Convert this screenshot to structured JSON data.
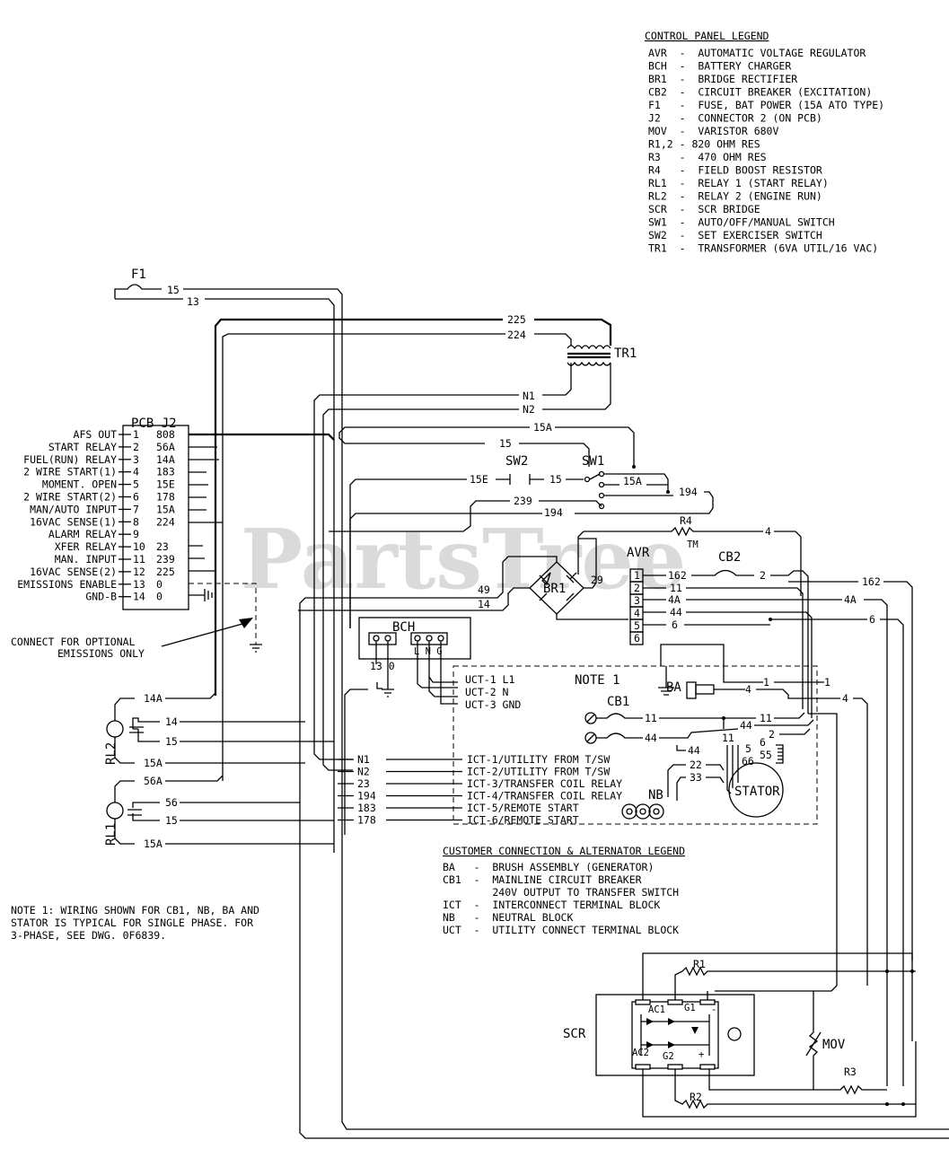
{
  "control_legend": {
    "title": "CONTROL PANEL LEGEND",
    "items": [
      "AVR  -  AUTOMATIC VOLTAGE REGULATOR",
      "BCH  -  BATTERY CHARGER",
      "BR1  -  BRIDGE RECTIFIER",
      "CB2  -  CIRCUIT BREAKER (EXCITATION)",
      "F1   -  FUSE, BAT POWER (15A ATO TYPE)",
      "J2   -  CONNECTOR 2 (ON PCB)",
      "MOV  -  VARISTOR 680V",
      "R1,2 - 820 OHM RES",
      "R3   -  470 OHM RES",
      "R4   -  FIELD BOOST RESISTOR",
      "RL1  -  RELAY 1 (START RELAY)",
      "RL2  -  RELAY 2 (ENGINE RUN)",
      "SCR  -  SCR BRIDGE",
      "SW1  -  AUTO/OFF/MANUAL SWITCH",
      "SW2  -  SET EXERCISER SWITCH",
      "TR1  -  TRANSFORMER (6VA UTIL/16 VAC)"
    ]
  },
  "customer_legend": {
    "title": "CUSTOMER CONNECTION & ALTERNATOR LEGEND",
    "items": [
      "BA   -  BRUSH ASSEMBLY (GENERATOR)",
      "CB1  -  MAINLINE CIRCUIT BREAKER",
      "        240V OUTPUT TO TRANSFER SWITCH",
      "ICT  -  INTERCONNECT TERMINAL BLOCK",
      "NB   -  NEUTRAL BLOCK",
      "UCT  -  UTILITY CONNECT TERMINAL BLOCK"
    ]
  },
  "note": [
    "NOTE 1: WIRING SHOWN FOR CB1, NB, BA AND",
    "STATOR IS TYPICAL FOR SINGLE PHASE. FOR",
    "3-PHASE, SEE DWG. 0F6839."
  ],
  "connect_note": [
    "CONNECT FOR OPTIONAL",
    "EMISSIONS ONLY"
  ],
  "watermark": "PartsTree",
  "watermark_tm": "TM",
  "pcb": {
    "title": "PCB  J2",
    "pins": [
      {
        "label": "AFS OUT",
        "num": "1",
        "wire": "808"
      },
      {
        "label": "START RELAY",
        "num": "2",
        "wire": "56A"
      },
      {
        "label": "FUEL(RUN) RELAY",
        "num": "3",
        "wire": "14A"
      },
      {
        "label": "2 WIRE START(1)",
        "num": "4",
        "wire": "183"
      },
      {
        "label": "MOMENT. OPEN",
        "num": "5",
        "wire": "15E"
      },
      {
        "label": "2 WIRE START(2)",
        "num": "6",
        "wire": "178"
      },
      {
        "label": "MAN/AUTO INPUT",
        "num": "7",
        "wire": "15A"
      },
      {
        "label": "16VAC SENSE(1)",
        "num": "8",
        "wire": "224"
      },
      {
        "label": "ALARM RELAY",
        "num": "9",
        "wire": ""
      },
      {
        "label": "XFER RELAY",
        "num": "10",
        "wire": "23"
      },
      {
        "label": "MAN. INPUT",
        "num": "11",
        "wire": "239"
      },
      {
        "label": "16VAC SENSE(2)",
        "num": "12",
        "wire": "225"
      },
      {
        "label": "EMISSIONS ENABLE",
        "num": "13",
        "wire": "0"
      },
      {
        "label": "GND-B",
        "num": "14",
        "wire": "0"
      }
    ]
  },
  "ict": [
    {
      "wire": "N1",
      "label": "ICT-1/UTILITY FROM T/SW"
    },
    {
      "wire": "N2",
      "label": "ICT-2/UTILITY FROM T/SW"
    },
    {
      "wire": "23",
      "label": "ICT-3/TRANSFER COIL RELAY"
    },
    {
      "wire": "194",
      "label": "ICT-4/TRANSFER COIL RELAY"
    },
    {
      "wire": "183",
      "label": "ICT-5/REMOTE START"
    },
    {
      "wire": "178",
      "label": "ICT-6/REMOTE START"
    }
  ],
  "uct": [
    "UCT-1  L1",
    "UCT-2  N",
    "UCT-3 GND"
  ],
  "avr_pins": [
    "1",
    "2",
    "3",
    "4",
    "5",
    "6"
  ],
  "labels": {
    "f1": "F1",
    "tr1": "TR1",
    "sw1": "SW1",
    "sw2": "SW2",
    "avr": "AVR",
    "cb2": "CB2",
    "br1": "BR1",
    "r4": "R4",
    "bch": "BCH",
    "bch_lng": "L N G",
    "bch_130": "13 0",
    "note1": "NOTE 1",
    "ba": "BA",
    "cb1": "CB1",
    "nb": "NB",
    "stator": "STATOR",
    "rl1": "RL1",
    "rl2": "RL2",
    "scr": "SCR",
    "mov": "MOV",
    "r1": "R1",
    "r2": "R2",
    "r3": "R3",
    "ac1": "AC1",
    "ac2": "AC2",
    "g1": "G1",
    "g2": "G2",
    "plus": "+",
    "minus": "-"
  },
  "wires": {
    "w15": "15",
    "w13": "13",
    "w225": "225",
    "w224": "224",
    "wN1": "N1",
    "wN2": "N2",
    "w15A": "15A",
    "w15b": "15",
    "w15E": "15E",
    "w15c": "15",
    "w15A2": "15A",
    "w194": "194",
    "w239": "239",
    "w194b": "194",
    "w4": "4",
    "w162": "162",
    "w2": "2",
    "w11": "11",
    "w4A": "4A",
    "w44": "44",
    "w6": "6",
    "w29": "29",
    "w49": "49",
    "w14": "14",
    "w162r": "162",
    "w4Ar": "4A",
    "w6r": "6",
    "w1": "1",
    "w4b": "4",
    "w4c": "4",
    "w1b": "1",
    "w11b": "11",
    "w44b": "44",
    "w44c": "44",
    "w11c": "11",
    "w2b": "2",
    "w6b": "6",
    "w55": "55",
    "w66": "66",
    "w5": "5",
    "w22": "22",
    "w33": "33",
    "w44d": "44",
    "w11d": "11",
    "w14A": "14A",
    "w14b": "14",
    "w15d": "15",
    "w15A3": "15A",
    "w56A": "56A",
    "w56": "56",
    "w15e": "15",
    "w15A4": "15A"
  }
}
